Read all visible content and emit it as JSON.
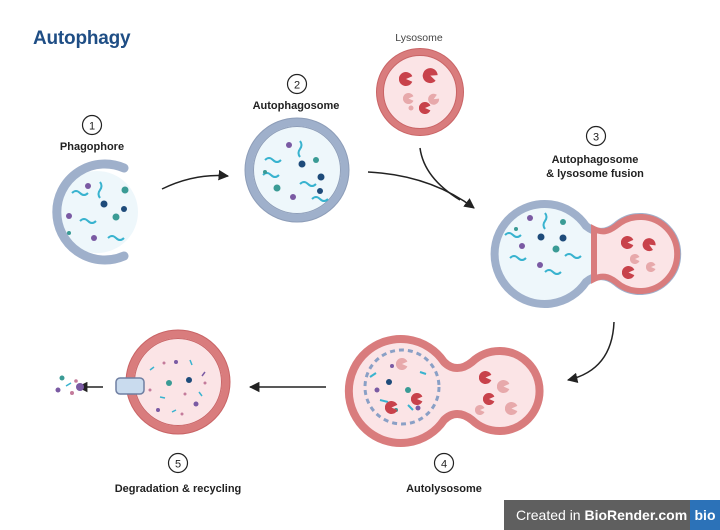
{
  "title": "Autophagy",
  "stages": [
    {
      "number": "1",
      "label": "Phagophore"
    },
    {
      "number": "2",
      "label": "Autophagosome"
    },
    {
      "number": "3",
      "label_line1": "Autophagosome",
      "label_line2": "& lysosome fusion"
    },
    {
      "number": "4",
      "label": "Autolysosome"
    },
    {
      "number": "5",
      "label": "Degradation & recycling"
    }
  ],
  "lysosome_label": "Lysosome",
  "watermark": {
    "prefix": "Created in ",
    "brand": "BioRender.com",
    "logo": "bio"
  },
  "colors": {
    "membrane_blue": "#9fb0cb",
    "lumen_blue": "#eef7fb",
    "membrane_red": "#d97c7d",
    "lumen_red": "#fbe4e6",
    "enzyme_red": "#c8424b",
    "title_blue": "#1f4e85"
  },
  "icons": [
    "enzyme-icon",
    "arrow-icon",
    "transporter-channel-icon",
    "molecule-icon"
  ]
}
